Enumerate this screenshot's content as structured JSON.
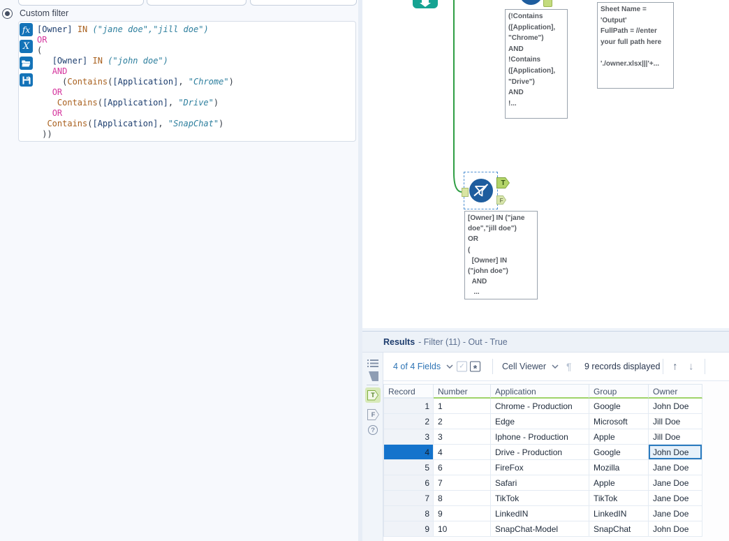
{
  "config_panel": {
    "custom_filter_label": "Custom filter",
    "editor_icons": [
      {
        "name": "functions-icon",
        "glyph": "fx"
      },
      {
        "name": "variables-icon",
        "glyph": "X"
      },
      {
        "name": "open-expression-icon",
        "glyph": "folder"
      },
      {
        "name": "save-expression-icon",
        "glyph": "floppy"
      }
    ],
    "expression_lines": [
      [
        [
          "field",
          "[Owner]"
        ],
        [
          "plain",
          " "
        ],
        [
          "kw",
          "IN"
        ],
        [
          "plain",
          " "
        ],
        [
          "str",
          "(\"jane doe\",\"jill doe\")"
        ]
      ],
      [
        [
          "op",
          "OR"
        ]
      ],
      [
        [
          "plain",
          "("
        ]
      ],
      [
        [
          "plain",
          "   "
        ],
        [
          "field",
          "[Owner]"
        ],
        [
          "plain",
          " "
        ],
        [
          "kw",
          "IN"
        ],
        [
          "plain",
          " "
        ],
        [
          "str",
          "(\"john doe\")"
        ]
      ],
      [
        [
          "plain",
          "   "
        ],
        [
          "op",
          "AND"
        ]
      ],
      [
        [
          "plain",
          "     ("
        ],
        [
          "kw",
          "Contains"
        ],
        [
          "plain",
          "("
        ],
        [
          "field",
          "[Application]"
        ],
        [
          "plain",
          ", "
        ],
        [
          "str",
          "\"Chrome\""
        ],
        [
          "plain",
          ")"
        ]
      ],
      [
        [
          "plain",
          "   "
        ],
        [
          "op",
          "OR"
        ]
      ],
      [
        [
          "plain",
          "    "
        ],
        [
          "kw",
          "Contains"
        ],
        [
          "plain",
          "("
        ],
        [
          "field",
          "[Application]"
        ],
        [
          "plain",
          ", "
        ],
        [
          "str",
          "\"Drive\""
        ],
        [
          "plain",
          ")"
        ]
      ],
      [
        [
          "plain",
          "   "
        ],
        [
          "op",
          "OR"
        ]
      ],
      [
        [
          "plain",
          "  "
        ],
        [
          "kw",
          "Contains"
        ],
        [
          "plain",
          "("
        ],
        [
          "field",
          "[Application]"
        ],
        [
          "plain",
          ", "
        ],
        [
          "str",
          "\"SnapChat\""
        ],
        [
          "plain",
          ")"
        ]
      ],
      [
        [
          "plain",
          " ))"
        ]
      ]
    ]
  },
  "canvas": {
    "annotation_not_contains": "(!Contains\n([Application],\n\"Chrome\")\nAND\n!Contains\n([Application],\n\"Drive\")\nAND\n!...",
    "annotation_output": "Sheet Name =\n'Output'\nFullPath = //enter\nyour full path here\n\n'./owner.xlsx|||'+...",
    "filter_tool": {
      "true_label": "T",
      "false_label": "F",
      "annotation": "[Owner] IN (\"jane\ndoe\",\"jill doe\")\nOR\n(\n  [Owner] IN\n(\"john doe\")\n  AND\n   ..."
    },
    "colors": {
      "tool_blue": "#1e5d9e",
      "connection_green": "#2f9e44",
      "output_teal": "#16a392"
    }
  },
  "results": {
    "title": "Results",
    "subtitle": "- Filter (11) - Out - True",
    "toolbar": {
      "fields_label": "4 of 4 Fields",
      "cell_viewer_label": "Cell Viewer",
      "records_label": "9 records displayed",
      "up_arrow": "↑",
      "down_arrow": "↓",
      "pilcrow": "¶",
      "check": "✓",
      "asterisk": "*"
    },
    "side_tabs": {
      "true_label": "T",
      "false_label": "F",
      "help_label": "?"
    },
    "table": {
      "columns": [
        "Record",
        "Number",
        "Application",
        "Group",
        "Owner"
      ],
      "rows": [
        [
          "1",
          "1",
          "Chrome - Production",
          "Google",
          "John Doe"
        ],
        [
          "2",
          "2",
          "Edge",
          "Microsoft",
          "Jill Doe"
        ],
        [
          "3",
          "3",
          "Iphone - Production",
          "Apple",
          "Jill Doe"
        ],
        [
          "4",
          "4",
          "Drive - Production",
          "Google",
          "John Doe"
        ],
        [
          "5",
          "6",
          "FireFox",
          "Mozilla",
          "Jane Doe"
        ],
        [
          "6",
          "7",
          "Safari",
          "Apple",
          "Jane Doe"
        ],
        [
          "7",
          "8",
          "TikTok",
          "TikTok",
          "Jane Doe"
        ],
        [
          "8",
          "9",
          "LinkedIN",
          "LinkedIN",
          "Jane Doe"
        ],
        [
          "9",
          "10",
          "SnapChat-Model",
          "SnapChat",
          "John Doe"
        ]
      ],
      "selected_row_index": 3,
      "active_cell": {
        "row": 3,
        "col": 4
      },
      "selection_color": "#1473cc",
      "header_underline_color": "#9ed36a"
    }
  }
}
